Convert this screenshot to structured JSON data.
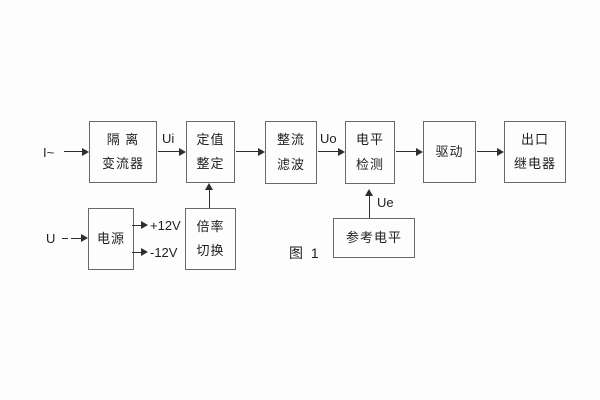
{
  "figure": {
    "caption": "图 1",
    "blocks": [
      {
        "name": "isolation-transformer",
        "lines": [
          "隔 离",
          "变流器"
        ]
      },
      {
        "name": "setting-adjustment",
        "lines": [
          "定值",
          "整定"
        ]
      },
      {
        "name": "rectifier-filter",
        "lines": [
          "整流",
          "滤波"
        ]
      },
      {
        "name": "level-detection",
        "lines": [
          "电平",
          "检测"
        ]
      },
      {
        "name": "driver",
        "lines": [
          "驱动"
        ]
      },
      {
        "name": "output-relay",
        "lines": [
          "出口",
          "继电器"
        ]
      },
      {
        "name": "power-supply",
        "lines": [
          "电源"
        ]
      },
      {
        "name": "ratio-switching",
        "lines": [
          "倍率",
          "切换"
        ]
      },
      {
        "name": "reference-level",
        "lines": [
          "参考电平"
        ]
      }
    ],
    "signals": {
      "input_current": "I~",
      "ui": "Ui",
      "uo": "Uo",
      "input_voltage": "U",
      "plus_12v": "+12V",
      "minus_12v": "-12V",
      "ue": "Ue"
    },
    "colors": {
      "line": "#2e2e2e",
      "box_border": "#686868",
      "text": "#1f1f1f",
      "background": "#fdfdfd"
    }
  }
}
